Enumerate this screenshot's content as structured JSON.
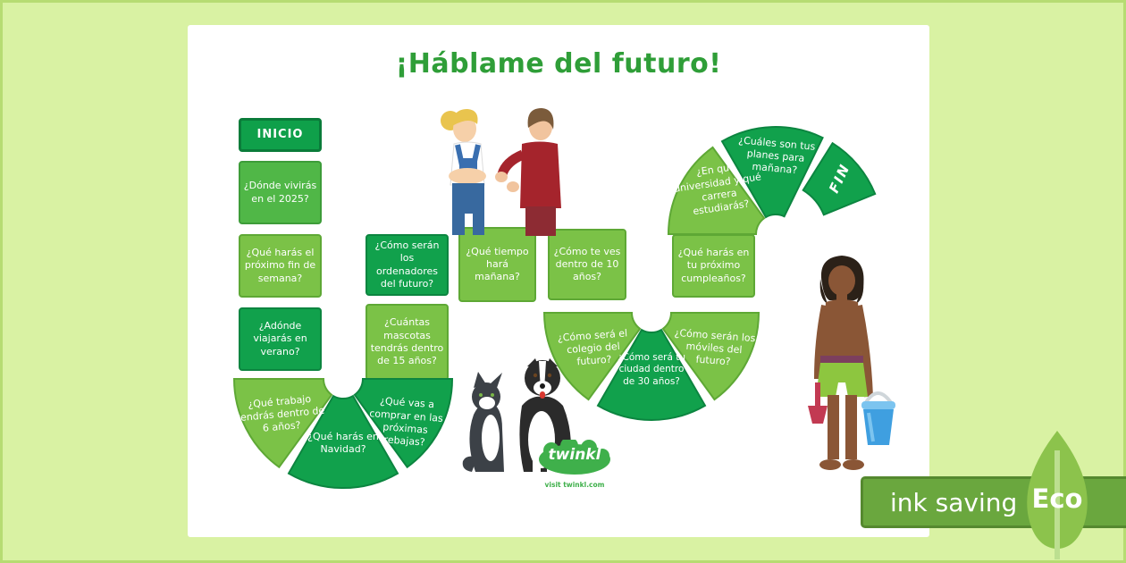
{
  "title": "¡Háblame del futuro!",
  "board": {
    "start_label": "INICIO",
    "end_label": "FIN",
    "squares": [
      {
        "text": "¿Dónde vivirás en el 2025?",
        "shade": "medium"
      },
      {
        "text": "¿Qué harás el próximo fin de semana?",
        "shade": "light"
      },
      {
        "text": "¿Adónde viajarás en verano?",
        "shade": "dark"
      },
      {
        "text": "¿Qué trabajo tendrás dentro de 6 años?",
        "shade": "light"
      },
      {
        "text": "¿Qué harás en Navidad?",
        "shade": "dark"
      },
      {
        "text": "¿Qué vas a comprar en las próximas rebajas?",
        "shade": "dark"
      },
      {
        "text": "¿Cuántas mascotas tendrás dentro de 15 años?",
        "shade": "light"
      },
      {
        "text": "¿Cómo serán los ordenadores del futuro?",
        "shade": "dark"
      },
      {
        "text": "¿Qué tiempo hará mañana?",
        "shade": "light"
      },
      {
        "text": "¿Cómo te ves dentro de 10 años?",
        "shade": "light"
      },
      {
        "text": "¿Cómo será el colegio del futuro?",
        "shade": "light"
      },
      {
        "text": "¿Cómo será tu ciudad dentro de 30 años?",
        "shade": "dark"
      },
      {
        "text": "¿Cómo serán los móviles del futuro?",
        "shade": "light"
      },
      {
        "text": "¿Qué harás en tu próximo cumpleaños?",
        "shade": "light"
      },
      {
        "text": "¿En qué universidad y qué carrera estudiarás?",
        "shade": "light"
      },
      {
        "text": "¿Cuáles son tus planes para mañana?",
        "shade": "dark"
      }
    ]
  },
  "branding": {
    "logo_text": "twinkl",
    "visit_text": "visit twinkl.com"
  },
  "badge": {
    "ink_saving_label": "ink saving",
    "eco_label": "Eco"
  },
  "colors": {
    "square_dark": "#11a14c",
    "square_medium": "#50b747",
    "square_light": "#7bc247",
    "title_green": "#2f9e38",
    "background": "#d9f2a3",
    "badge_bar": "#6aa73e",
    "leaf": "#8cc34c",
    "twinkl_green": "#3fb04b"
  },
  "illustrations": [
    "two-people-talking",
    "cat-and-dog",
    "boy-with-bucket-and-spade",
    "eco-leaf"
  ]
}
